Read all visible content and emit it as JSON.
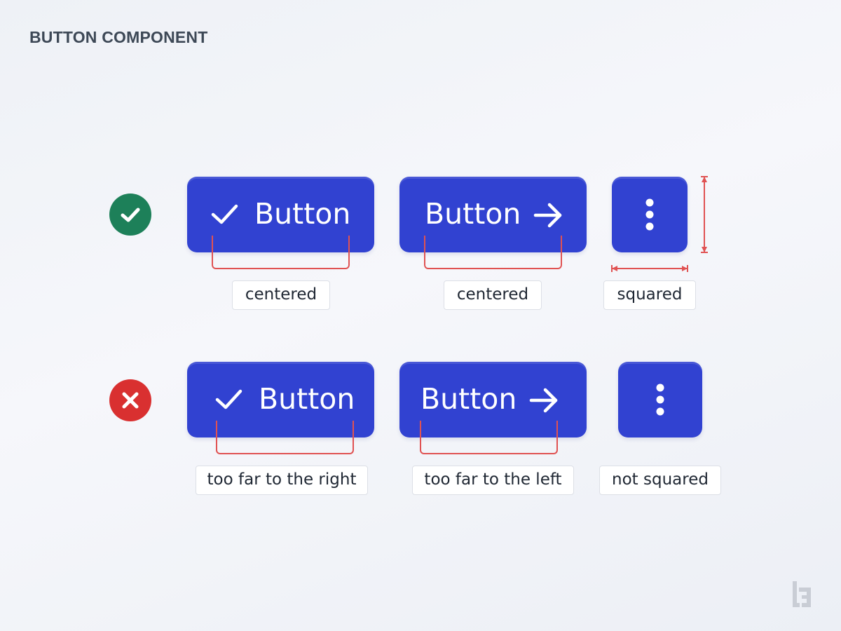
{
  "header": {
    "title": "BUTTON COMPONENT"
  },
  "colors": {
    "button_fill": "#3142d1",
    "good": "#1d8059",
    "bad": "#d93030",
    "guide": "#e05252"
  },
  "rows": [
    {
      "status_icon": "check-circle-icon",
      "buttons": [
        {
          "label": "Button",
          "icon": "check-icon",
          "caption": "centered"
        },
        {
          "label": "Button",
          "icon": "arrow-right-icon",
          "caption": "centered"
        },
        {
          "icon": "more-vertical-icon",
          "caption": "squared"
        }
      ]
    },
    {
      "status_icon": "x-circle-icon",
      "buttons": [
        {
          "label": "Button",
          "icon": "check-icon",
          "caption": "too far to the right"
        },
        {
          "label": "Button",
          "icon": "arrow-right-icon",
          "caption": "too far to the left"
        },
        {
          "icon": "more-vertical-icon",
          "caption": "not squared"
        }
      ]
    }
  ],
  "logo": {
    "icon": "brand-logo-icon"
  }
}
